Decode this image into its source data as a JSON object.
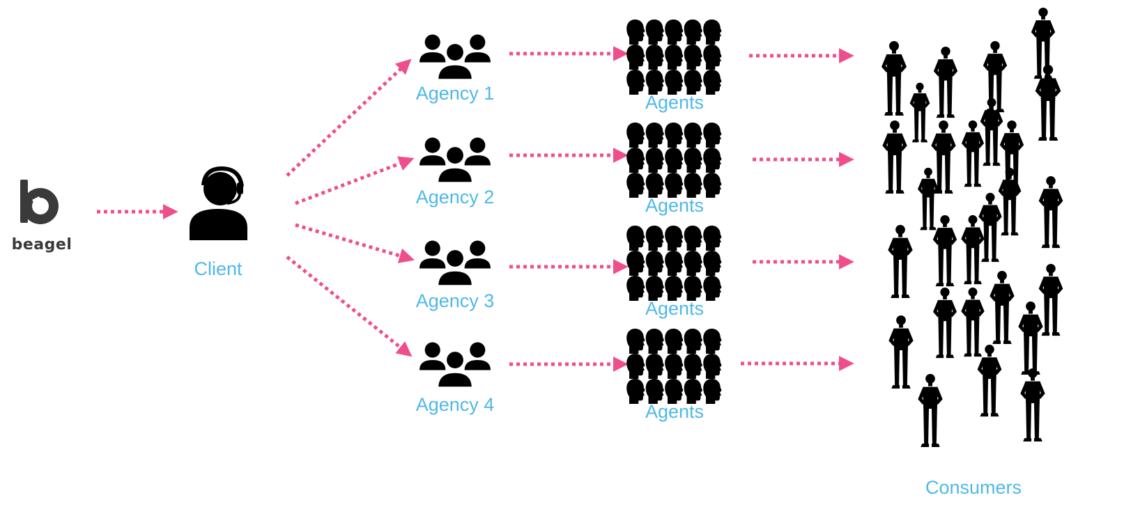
{
  "logo": {
    "icon": "beagel-logo-icon",
    "text": "beagel"
  },
  "client": {
    "label": "Client",
    "icon": "headset-user-icon"
  },
  "agencies": [
    {
      "label": "Agency 1",
      "agents_label": "Agents"
    },
    {
      "label": "Agency 2",
      "agents_label": "Agents"
    },
    {
      "label": "Agency 3",
      "agents_label": "Agents"
    },
    {
      "label": "Agency 4",
      "agents_label": "Agents"
    }
  ],
  "consumers": {
    "label": "Consumers",
    "icon": "standing-person-silhouette-icon"
  },
  "icons": {
    "agency": "user-group-icon",
    "agent": "head-silhouette-icon",
    "arrow": "dotted-arrow-icon"
  },
  "colors": {
    "label": "#4FB8E8",
    "arrow": "#EE4F8C",
    "icon": "#000000",
    "logo": "#3a3a3a"
  }
}
